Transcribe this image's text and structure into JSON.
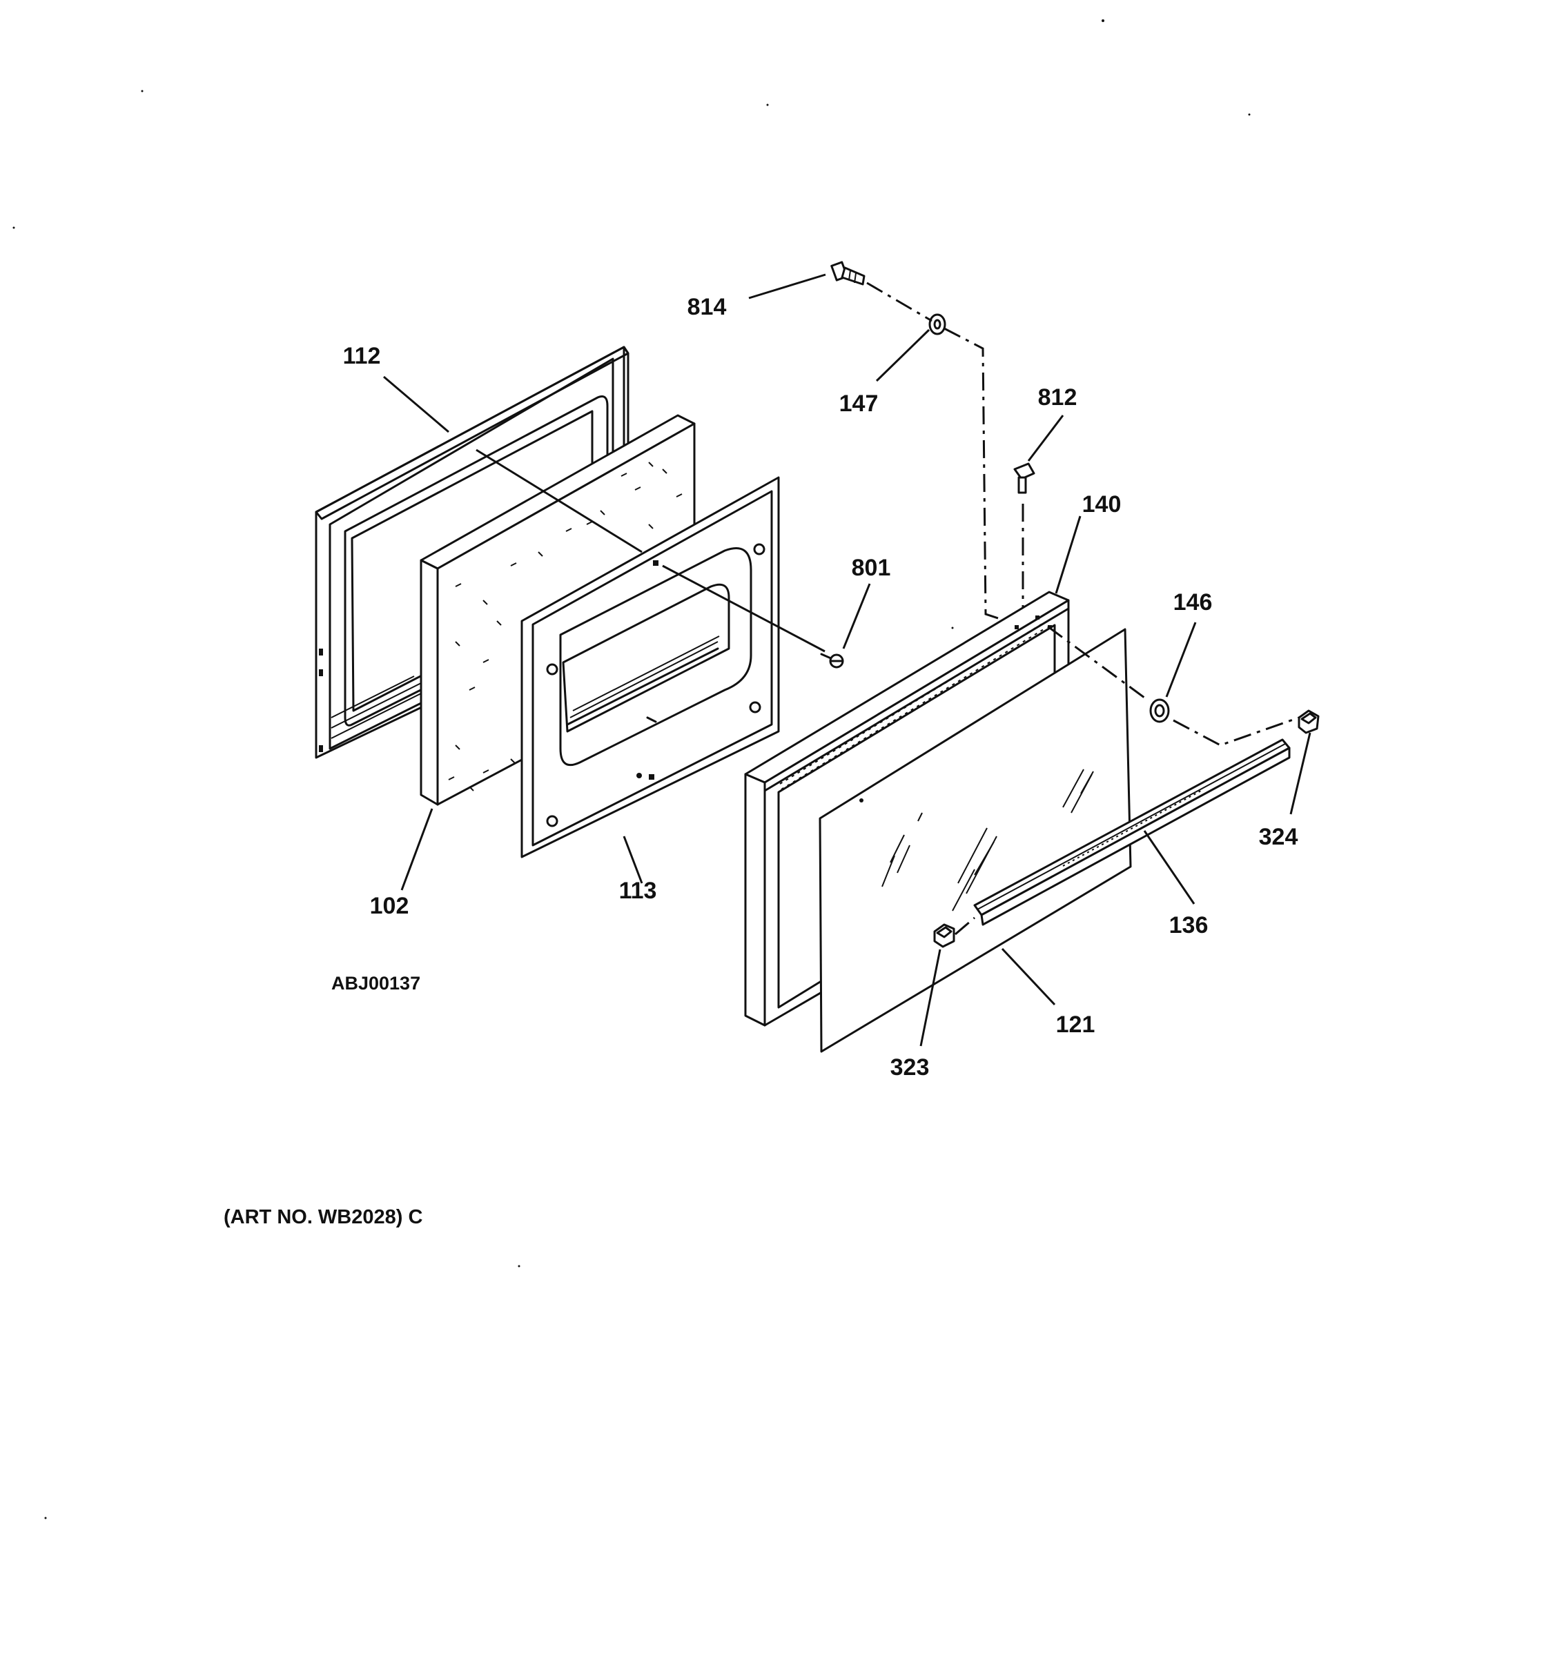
{
  "diagram": {
    "part_labels": [
      {
        "id": "814",
        "text": "814"
      },
      {
        "id": "147",
        "text": "147"
      },
      {
        "id": "812",
        "text": "812"
      },
      {
        "id": "112",
        "text": "112"
      },
      {
        "id": "140",
        "text": "140"
      },
      {
        "id": "801",
        "text": "801"
      },
      {
        "id": "146",
        "text": "146"
      },
      {
        "id": "324",
        "text": "324"
      },
      {
        "id": "102",
        "text": "102"
      },
      {
        "id": "113",
        "text": "113"
      },
      {
        "id": "136",
        "text": "136"
      },
      {
        "id": "121",
        "text": "121"
      },
      {
        "id": "323",
        "text": "323"
      }
    ],
    "diagram_code": "ABJ00137",
    "art_number": "(ART NO. WB2028) C"
  }
}
